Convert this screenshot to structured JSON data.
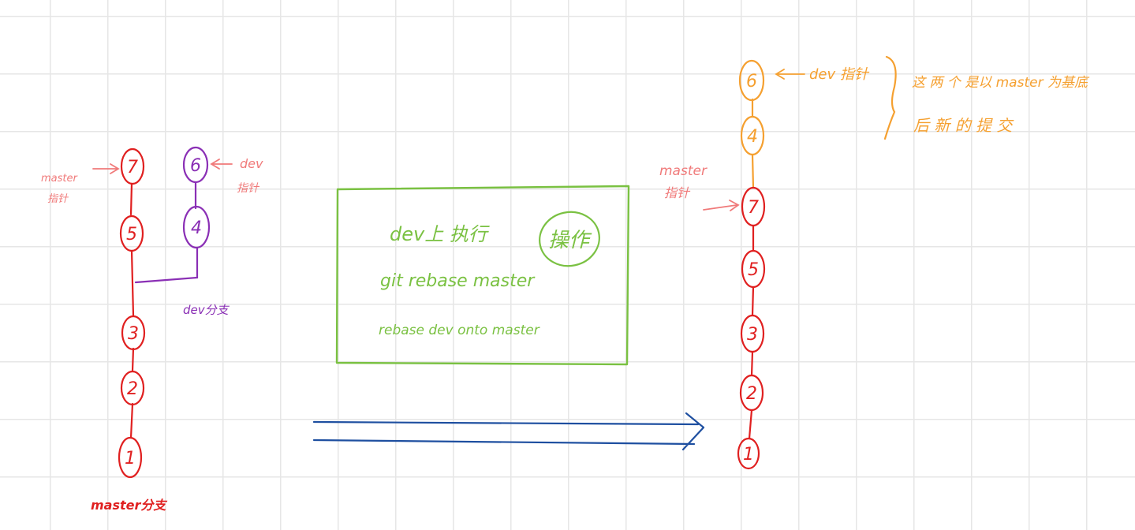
{
  "colors": {
    "master": "#e02020",
    "dev": "#8a2fb5",
    "rebased": "#f5a030",
    "label_pink": "#f07a7a",
    "operation": "#7ac142",
    "arrow": "#1e4fa0"
  },
  "before": {
    "master_commits": [
      "1",
      "2",
      "3",
      "5",
      "7"
    ],
    "dev_commits": [
      "4",
      "6"
    ],
    "master_pointer_label": "master\n指针",
    "dev_pointer_label": "dev\n指针",
    "master_branch_label": "master分支",
    "dev_branch_label": "dev分支"
  },
  "operation": {
    "line1": "dev上 执行",
    "line2": "git rebase master",
    "line3": "rebase dev onto master",
    "badge": "操作"
  },
  "after": {
    "master_commits": [
      "1",
      "2",
      "3",
      "5",
      "7"
    ],
    "rebased_commits": [
      "4",
      "6"
    ],
    "master_pointer_label": "master\n指针",
    "dev_pointer_label": "dev 指针",
    "note_line1": "这 两 个 是以 master 为基底",
    "note_line2": "后 新 的 提 交"
  }
}
